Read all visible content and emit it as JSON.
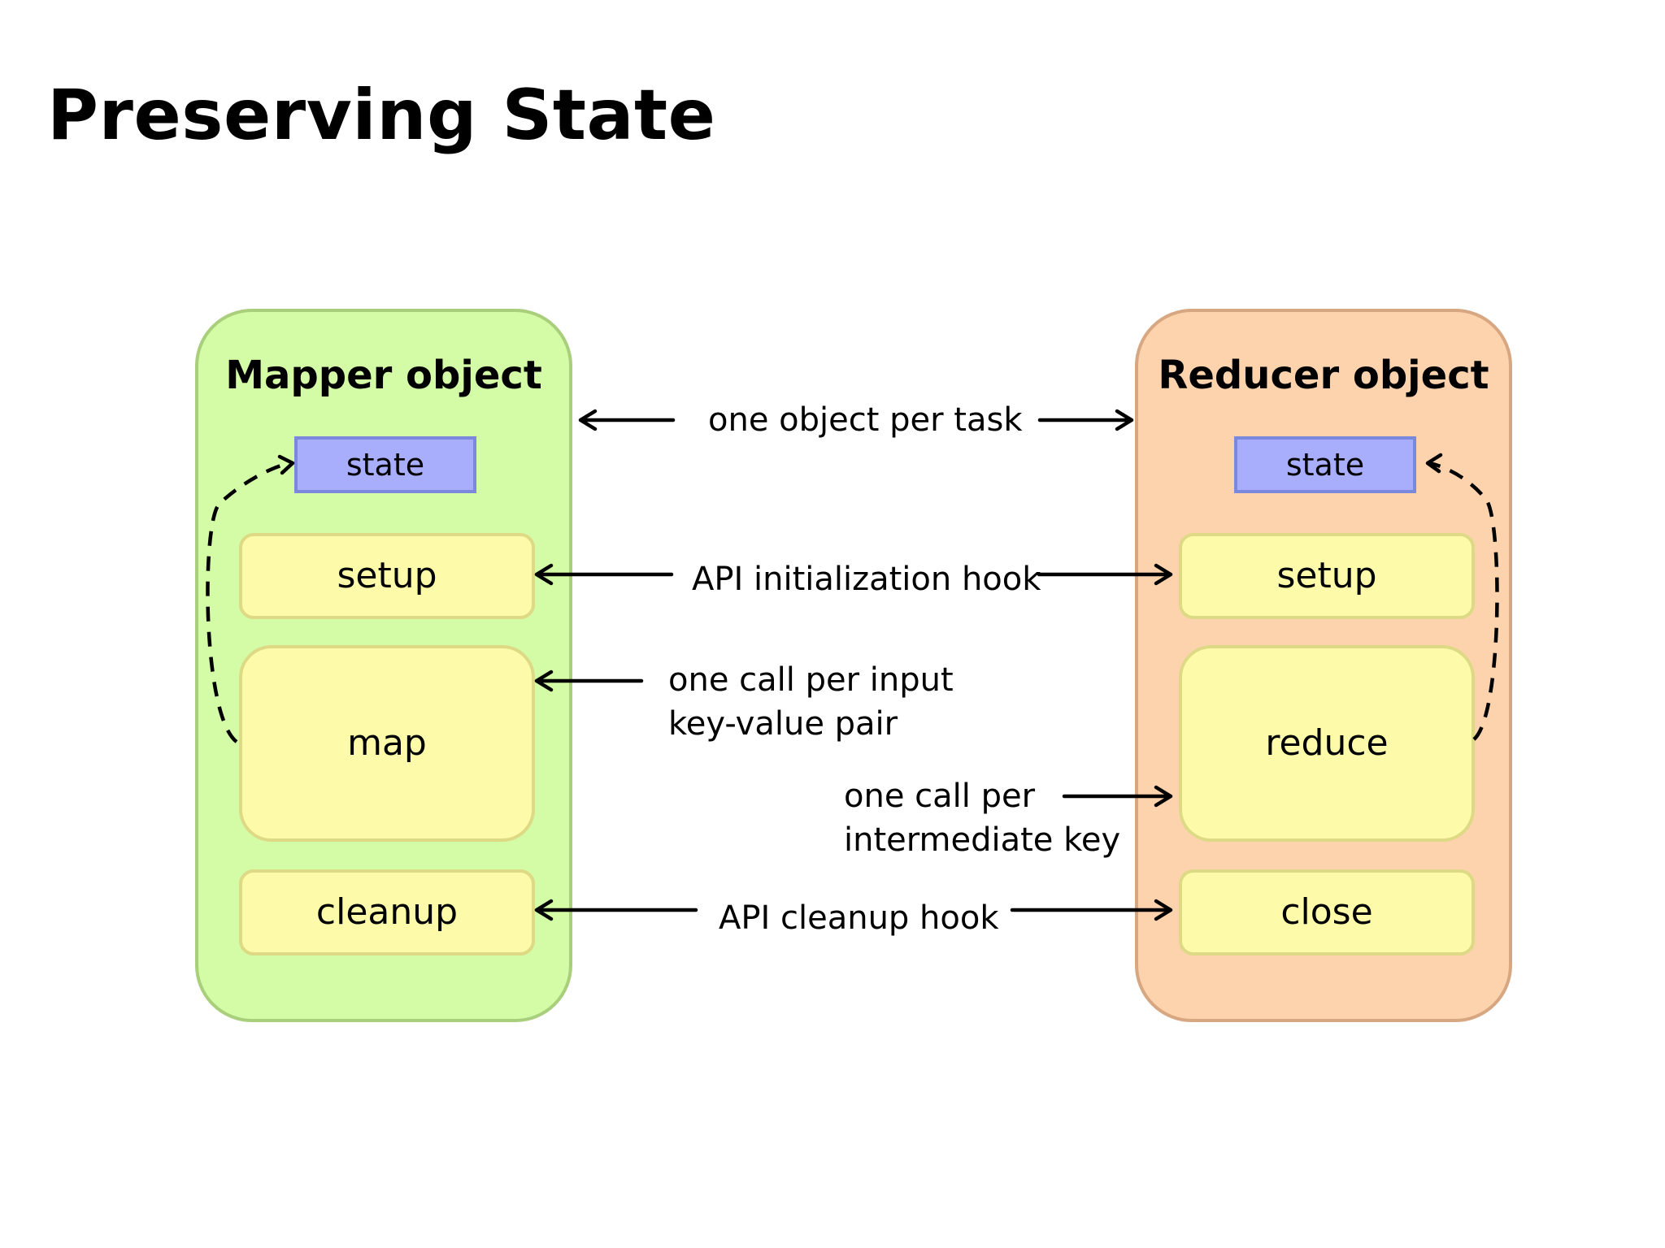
{
  "slide": {
    "title": "Preserving State"
  },
  "mapper": {
    "title": "Mapper object",
    "state": "state",
    "setup": "setup",
    "main": "map",
    "last": "cleanup"
  },
  "reducer": {
    "title": "Reducer object",
    "state": "state",
    "setup": "setup",
    "main": "reduce",
    "last": "close"
  },
  "labels": {
    "object_per_task": "one object per task",
    "init_hook": "API initialization hook",
    "call_per_input_line1": "one call per input",
    "call_per_input_line2": "key-value pair",
    "call_per_key_line1": "one call per",
    "call_per_key_line2": "intermediate key",
    "cleanup_hook": "API cleanup hook"
  },
  "colors": {
    "mapper_fill": "#d4fba6",
    "reducer_fill": "#fdd3ad",
    "state_fill": "#a8aefc",
    "method_fill": "#fdfaa9"
  }
}
